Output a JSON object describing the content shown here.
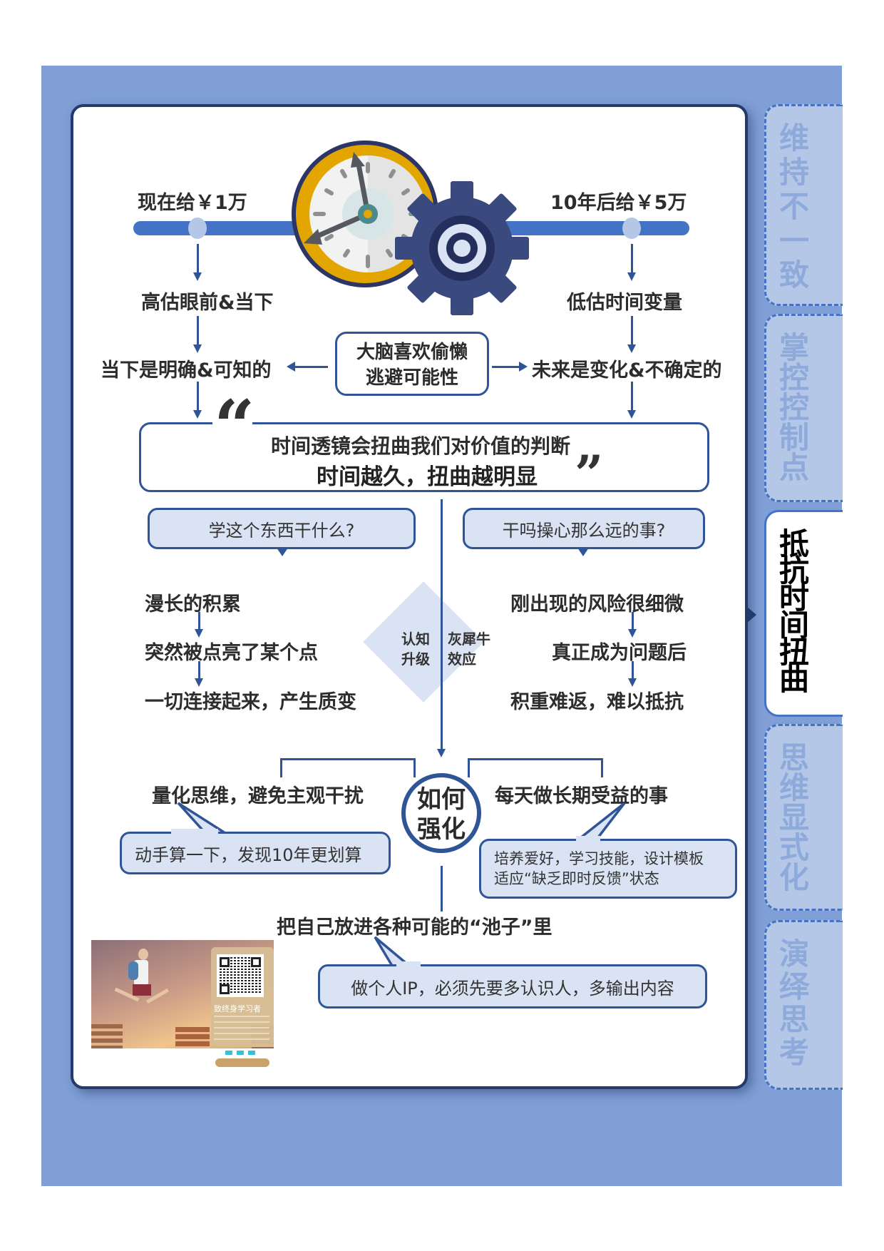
{
  "timeline": {
    "left_label": "现在给￥1万",
    "right_label": "10年后给￥5万"
  },
  "left_chain": {
    "step1": "高估眼前&当下",
    "step2": "当下是明确&可知的"
  },
  "right_chain": {
    "step1": "低估时间变量",
    "step2": "未来是变化&不确定的"
  },
  "center_box": {
    "line1": "大脑喜欢偷懒",
    "line2": "逃避可能性"
  },
  "quote": {
    "line1": "时间透镜会扭曲我们对价值的判断",
    "line2": "时间越久，扭曲越明显",
    "open_mark": "“",
    "close_mark": "”"
  },
  "questions": {
    "left": "学这个东西干什么?",
    "right": "干吗操心那么远的事?"
  },
  "diamond": {
    "left_label_1": "认知",
    "left_label_2": "升级",
    "right_label_1": "灰犀牛",
    "right_label_2": "效应"
  },
  "cognitive_upgrade": [
    "漫长的积累",
    "突然被点亮了某个点",
    "一切连接起来，产生质变"
  ],
  "gray_rhino": [
    "刚出现的风险很细微",
    "真正成为问题后",
    "积重难返，难以抵抗"
  ],
  "strengthen": {
    "center_line1": "如何",
    "center_line2": "强化",
    "left_title": "量化思维，避免主观干扰",
    "left_bubble": "动手算一下，发现10年更划算",
    "right_title": "每天做长期受益的事",
    "right_bubble_line1": "培养爱好，学习技能，设计模板",
    "right_bubble_line2": "适应“缺乏即时反馈”状态",
    "bottom_title": "把自己放进各种可能的“池子”里",
    "bottom_bubble": "做个人IP，必须先要多认识人，多输出内容"
  },
  "promo": {
    "title": "致终身学习者",
    "icon": "qr-code-icon"
  },
  "tabs": [
    {
      "label": "维持不一致",
      "active": false
    },
    {
      "label": "掌控控制点",
      "active": false
    },
    {
      "label": "抵抗时间扭曲",
      "active": true
    },
    {
      "label": "思维显式化",
      "active": false
    },
    {
      "label": "演绎思考",
      "active": false
    }
  ],
  "colors": {
    "background": "#7f9fd6",
    "card_border": "#243a6b",
    "line": "#2f5597",
    "timeline": "#4472c4",
    "bubble_fill": "#dae3f3",
    "tab_fill": "#b4c7e7",
    "clock_ring": "#e0a400",
    "gear": "#3a4a7e"
  }
}
